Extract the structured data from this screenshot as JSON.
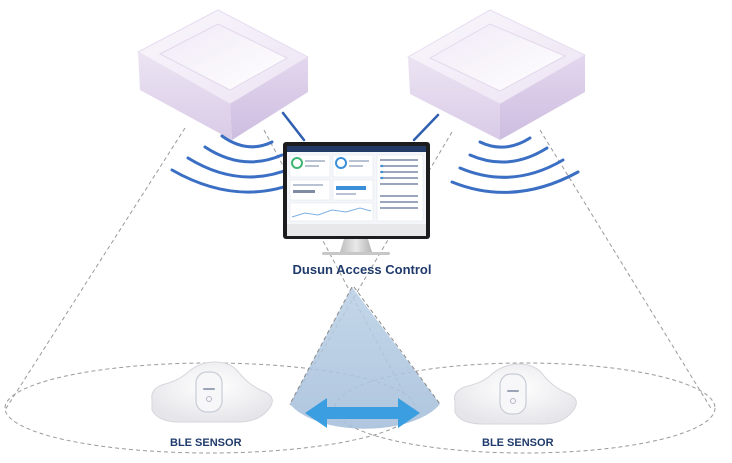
{
  "diagram": {
    "center_label": "Dusun Access Control",
    "sensor_left_label": "BLE SENSOR",
    "sensor_right_label": "BLE SENSOR",
    "colors": {
      "gateway_top": "#f3eef8",
      "gateway_side": "#e2d6ee",
      "wave": "#3b6fc4",
      "link_line": "#2f5fae",
      "cone": "#aec6df",
      "arrow": "#3a9ee0",
      "label_text": "#1f3a6b",
      "dashed": "#9a9a9a"
    }
  }
}
